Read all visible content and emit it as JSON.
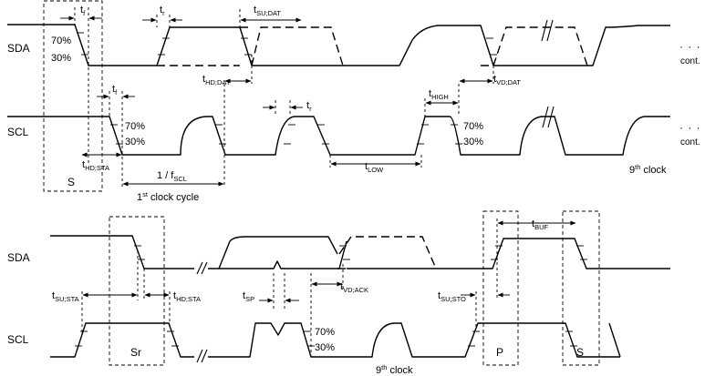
{
  "signals": {
    "sda": "SDA",
    "scl": "SCL"
  },
  "levels": {
    "high": "70%",
    "low": "30%"
  },
  "continuation": {
    "dots": "· · ·",
    "cont": "cont."
  },
  "timing": {
    "tf": {
      "main": "t",
      "sub": "f"
    },
    "tr": {
      "main": "t",
      "sub": "r"
    },
    "tsudat": {
      "main": "t",
      "sub": "SU;DAT"
    },
    "thddat": {
      "main": "t",
      "sub": "HD;DAT"
    },
    "tvddat": {
      "main": "t",
      "sub": "VD;DAT"
    },
    "thigh": {
      "main": "t",
      "sub": "HIGH"
    },
    "tlow": {
      "main": "t",
      "sub": "LOW"
    },
    "thdsta": {
      "main": "t",
      "sub": "HD;STA"
    },
    "fscl": {
      "main": "1 / f",
      "sub": "SCL"
    },
    "tbuf": {
      "main": "t",
      "sub": "BUF"
    },
    "tsusta": {
      "main": "t",
      "sub": "SU;STA"
    },
    "tsp": {
      "main": "t",
      "sub": "SP"
    },
    "tvdack": {
      "main": "t",
      "sub": "VD;ACK"
    },
    "tsusto": {
      "main": "t",
      "sub": "SU;STO"
    }
  },
  "clock_cycle": {
    "pre": "1",
    "sup": "st",
    "post": " clock cycle"
  },
  "ninth_clock": {
    "pre": "9",
    "sup": "th",
    "post": " clock"
  },
  "conditions": {
    "start": "S",
    "repeated_start": "Sr",
    "stop": "P"
  }
}
